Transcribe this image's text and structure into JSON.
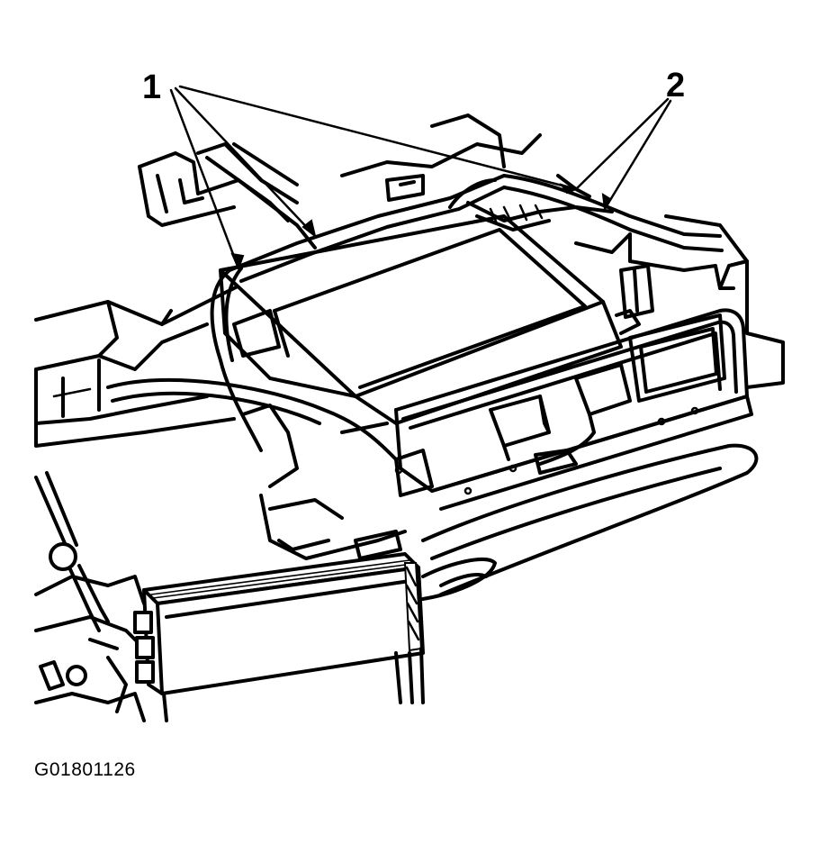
{
  "callouts": [
    {
      "label": "1"
    },
    {
      "label": "2"
    }
  ],
  "figure_id": "G01801126",
  "colors": {
    "line": "#000000",
    "background": "#ffffff"
  }
}
